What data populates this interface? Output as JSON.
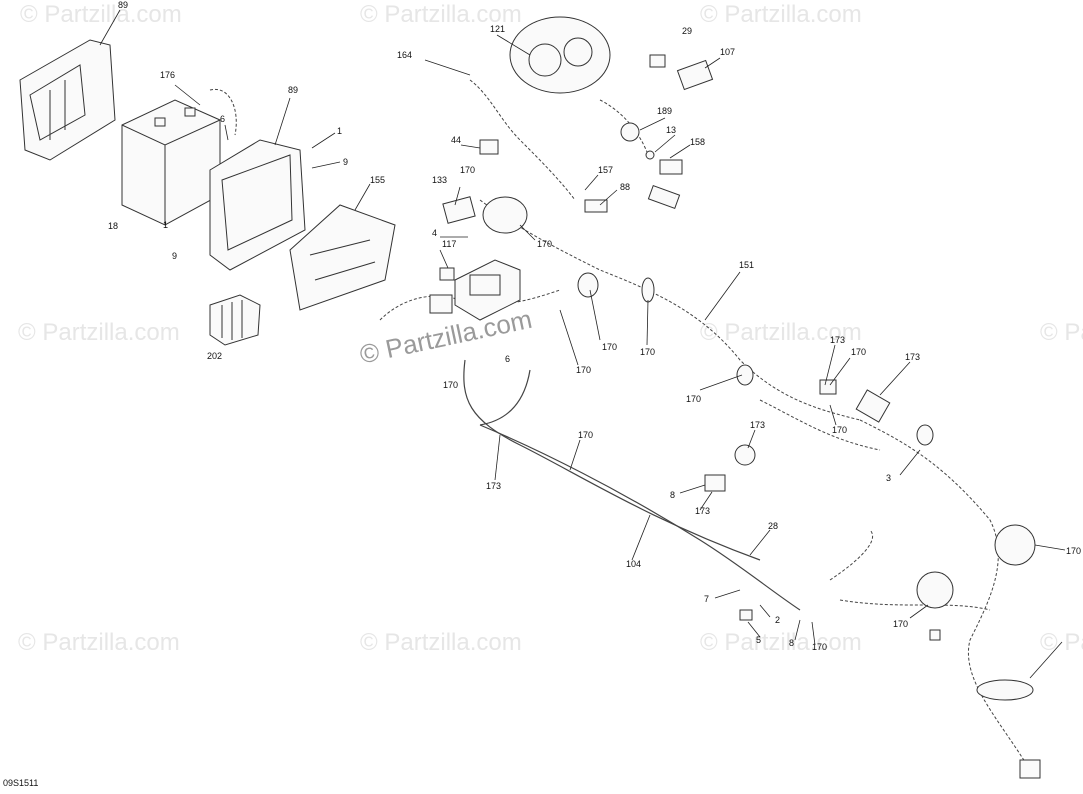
{
  "watermarks": [
    "© Partzilla.com",
    "© Partzilla.com",
    "© Partzilla.com",
    "© Partzilla.com",
    "© Partzilla.com",
    "© Partzilla.com",
    "© Partzilla.com",
    "© Partzilla.com",
    "© Partzilla.com",
    "© Partzilla.com"
  ],
  "center_watermark": "© Partzilla.com",
  "diagram_ref": "09S1511",
  "callouts": [
    "89",
    "176",
    "6",
    "89",
    "1",
    "9",
    "18",
    "1",
    "9",
    "155",
    "202",
    "121",
    "164",
    "29",
    "107",
    "189",
    "13",
    "158",
    "44",
    "170",
    "133",
    "157",
    "88",
    "170",
    "4",
    "117",
    "6",
    "170",
    "170",
    "170",
    "170",
    "151",
    "173",
    "170",
    "173",
    "170",
    "170",
    "173",
    "170",
    "3",
    "8",
    "173",
    "173",
    "104",
    "28",
    "7",
    "2",
    "5",
    "8",
    "170",
    "170",
    "170"
  ]
}
